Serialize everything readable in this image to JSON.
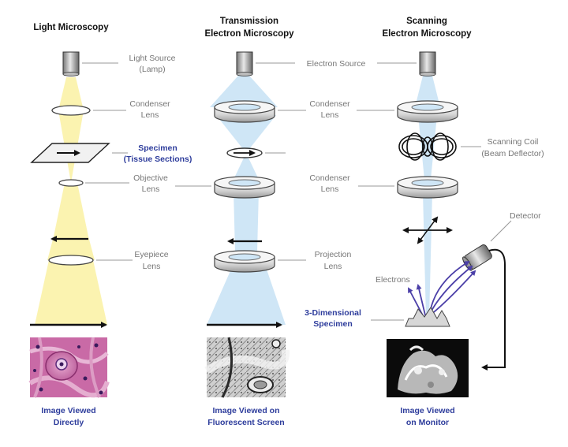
{
  "columns": {
    "light": {
      "heading": "Light Microscopy",
      "light_source": [
        "Light Source",
        "(Lamp)"
      ],
      "condenser": [
        "Condenser",
        "Lens"
      ],
      "specimen": [
        "Specimen",
        "(Tissue Sections)"
      ],
      "objective": [
        "Objective",
        "Lens"
      ],
      "eyepiece": [
        "Eyepiece",
        "Lens"
      ],
      "caption": [
        "Image Viewed",
        "Directly"
      ]
    },
    "tem": {
      "heading": [
        "Transmission",
        "Electron Microscopy"
      ],
      "electron_source": "Electron Source",
      "condenser": [
        "Condenser",
        "Lens"
      ],
      "projection": [
        "Projection",
        "Lens"
      ],
      "caption": [
        "Image Viewed on",
        "Fluorescent Screen"
      ]
    },
    "sem": {
      "heading": [
        "Scanning",
        "Electron Microscopy"
      ],
      "scanning_coil": [
        "Scanning Coil",
        "(Beam Deflector)"
      ],
      "condenser": [
        "Condenser",
        "Lens"
      ],
      "detector": "Detector",
      "electrons": "Electrons",
      "specimen": [
        "3-Dimensional",
        "Specimen"
      ],
      "caption": [
        "Image Viewed",
        "on Monitor"
      ]
    }
  },
  "colors": {
    "light_beam": "#fbf3b0",
    "electron_beam": "#cfe6f6",
    "caption_blue": "#2e3d9c",
    "label_gray": "#777777",
    "arrow_purple": "#4b3fa8",
    "histology_pink": "#c96aa6"
  }
}
